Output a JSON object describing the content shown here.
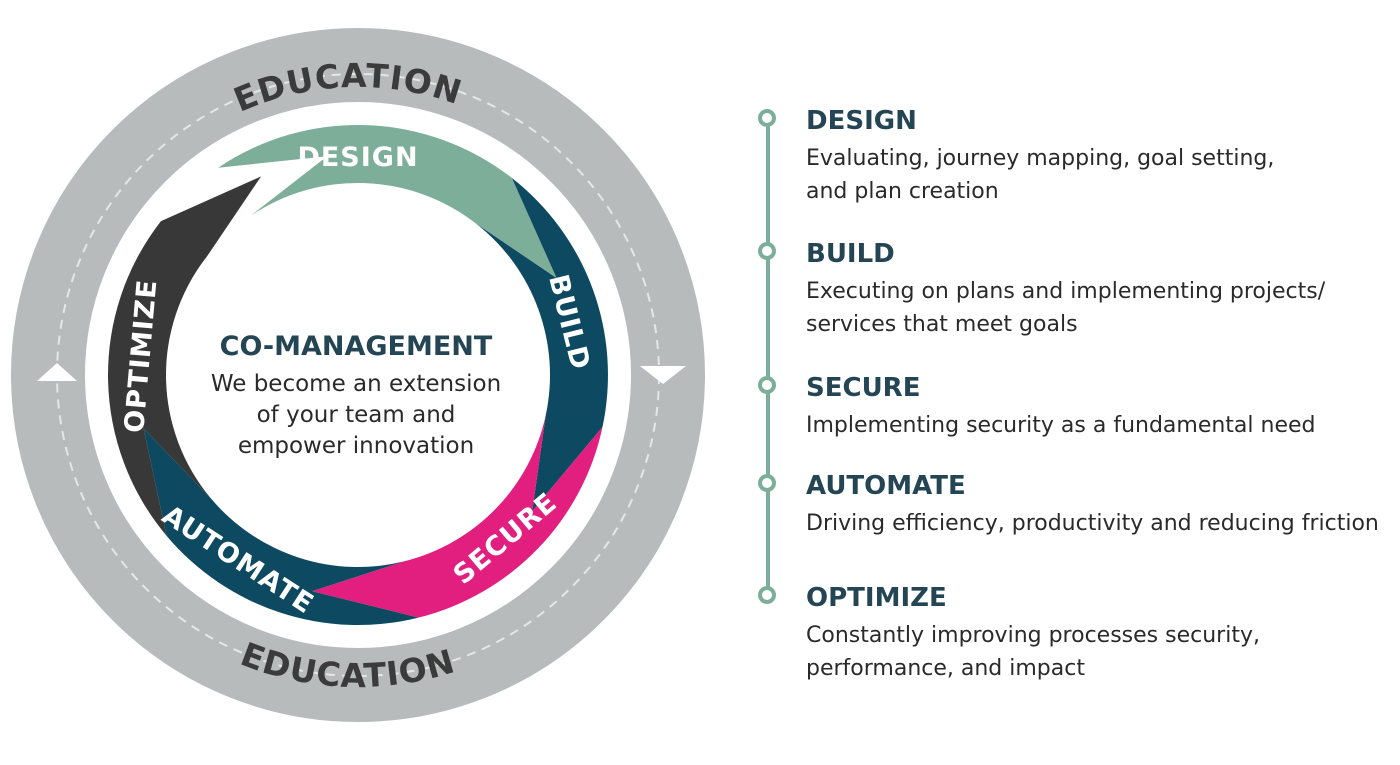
{
  "diagram": {
    "ring_labels": {
      "top": "EDUCATION",
      "bottom": "EDUCATION"
    },
    "segments": [
      {
        "id": "design",
        "label": "DESIGN",
        "color": "#7dae9a"
      },
      {
        "id": "build",
        "label": "BUILD",
        "color": "#0d4a61"
      },
      {
        "id": "secure",
        "label": "SECURE",
        "color": "#e21f7f"
      },
      {
        "id": "automate",
        "label": "AUTOMATE",
        "color": "#0d4a61"
      },
      {
        "id": "optimize",
        "label": "OPTIMIZE",
        "color": "#383838"
      }
    ],
    "center": {
      "title": "CO-MANAGEMENT",
      "lines": [
        "We become an extension",
        "of your team and",
        "empower innovation"
      ]
    },
    "colors": {
      "ring": "#b8bbbc",
      "ring_dashes": "#e6e6e6",
      "title_text": "#244553",
      "timeline": "#7dae9a"
    }
  },
  "steps": [
    {
      "title": "DESIGN",
      "description": [
        "Evaluating, journey mapping, goal setting,",
        "and plan creation"
      ]
    },
    {
      "title": "BUILD",
      "description": [
        "Executing on plans and implementing projects/",
        "services that meet goals"
      ]
    },
    {
      "title": "SECURE",
      "description": [
        "Implementing security as a fundamental need"
      ]
    },
    {
      "title": "AUTOMATE",
      "description": [
        "Driving efficiency, productivity and reducing friction"
      ]
    },
    {
      "title": "OPTIMIZE",
      "description": [
        "Constantly improving processes security,",
        "performance, and impact"
      ]
    }
  ]
}
